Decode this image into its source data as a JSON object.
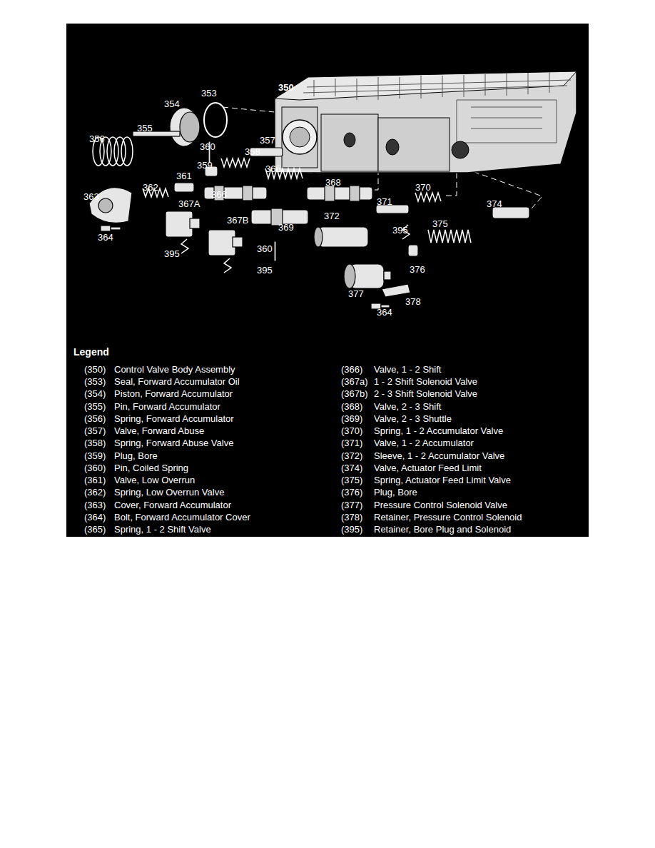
{
  "diagram": {
    "labels": [
      "353",
      "350",
      "354",
      "355",
      "356",
      "360",
      "357",
      "358",
      "359",
      "365",
      "361",
      "362",
      "363",
      "366",
      "368",
      "370",
      "371",
      "367A",
      "374",
      "364",
      "367B",
      "369",
      "372",
      "395",
      "375",
      "360",
      "395",
      "395",
      "376",
      "377",
      "378",
      "364",
      "Legend",
      "(350)",
      "Control Valve Body Assembly",
      "(353)",
      "Seal, Forward Accumulator Oil",
      "(354)",
      "Piston, Forward Accumulator",
      "(355)",
      "Pin, Forward Accumulator",
      "(356)",
      "Spring, Forward Accumulator",
      "(357)",
      "Valve, Forward Abuse",
      "(358)",
      "Spring, Forward Abuse Valve",
      "(359)",
      "Plug, Bore",
      "(360)",
      "Pin, Coiled Spring",
      "(361)",
      "Valve, Low Overrun",
      "(362)",
      "Spring, Low Overrun Valve",
      "(363)",
      "Cover, Forward Accumulator",
      "(364)",
      "Bolt, Forward Accumulator Cover",
      "(365)",
      "Spring, 1 - 2 Shift Valve",
      "(366)",
      "Valve, 1 - 2 Shift",
      "(367a)",
      "1 - 2 Shift Solenoid Valve",
      "(367b)",
      "2 - 3 Shift Solenoid Valve",
      "(368)",
      "Valve, 2 - 3 Shift",
      "(369)",
      "Valve, 2 - 3 Shuttle",
      "(370)",
      "Spring, 1 - 2 Accumulator Valve",
      "(371)",
      "Valve, 1 - 2 Accumulator",
      "(372)",
      "Sleeve, 1 - 2 Accumulator Valve",
      "(374)",
      "Valve, Actuator Feed Limit",
      "(375)",
      "Spring, Actuator Feed Limit Valve",
      "(376)",
      "Plug, Bore",
      "(377)",
      "Pressure Control Solenoid Valve",
      "(378)",
      "Retainer, Pressure Control Solenoid",
      "(395)",
      "Retainer, Bore Plug and Solenoid"
    ]
  }
}
